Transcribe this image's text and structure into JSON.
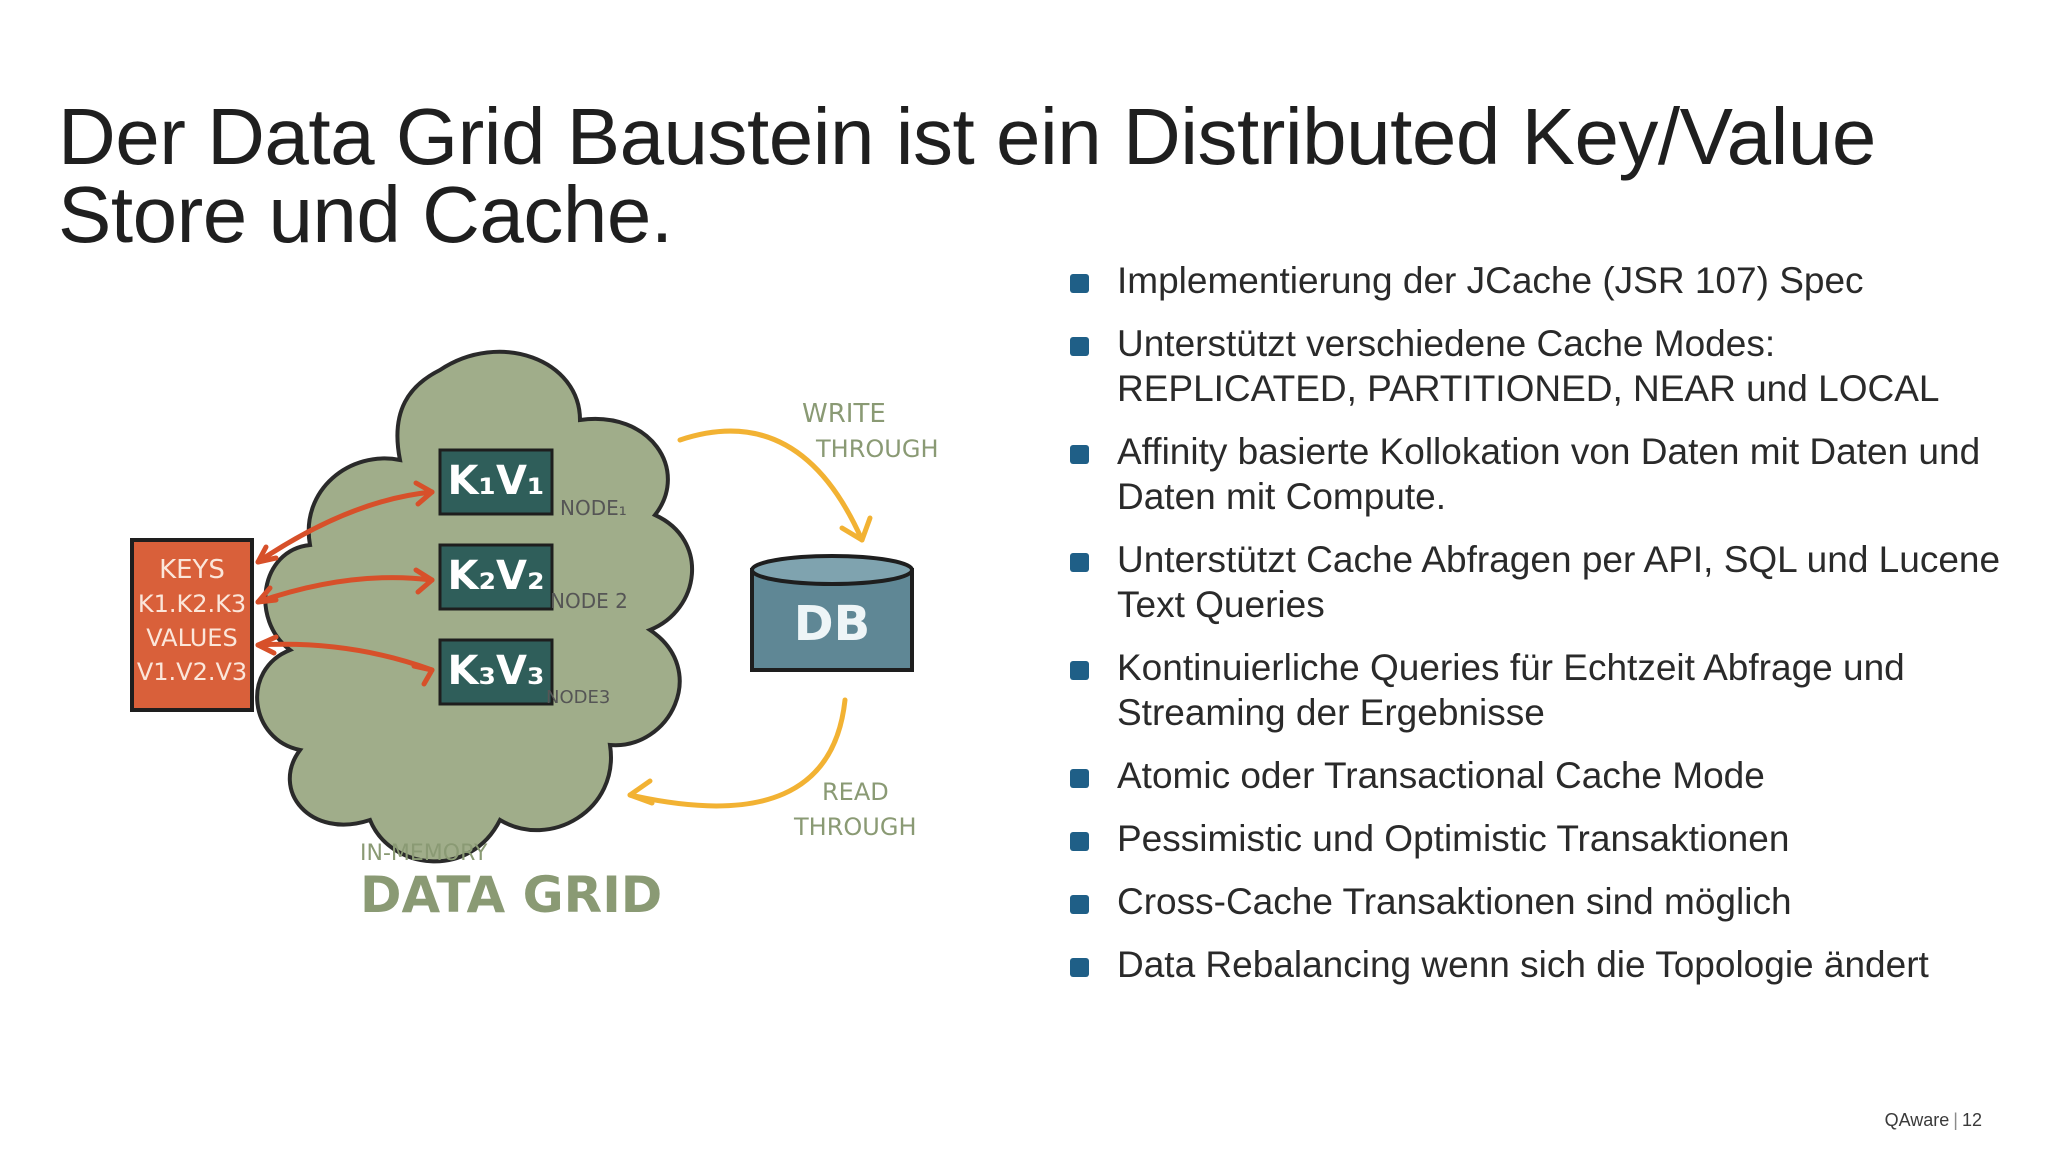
{
  "slide": {
    "title_line1": "Der Data Grid Baustein ist ein Distributed Key/Value",
    "title_line2": "Store und Cache."
  },
  "illustration": {
    "keys_box": [
      "KEYS",
      "K1.K2.K3",
      "VALUES",
      "V1.V2.V3"
    ],
    "nodes": [
      {
        "key": "K₁V₁",
        "label": "NODE₁"
      },
      {
        "key": "K₂V₂",
        "label": "NODE 2"
      },
      {
        "key": "K₃V₃",
        "label": "NODE3"
      }
    ],
    "db_label": "DB",
    "write_through": [
      "WRITE",
      "THROUGH"
    ],
    "read_through": [
      "READ",
      "THROUGH"
    ],
    "grid_caption_small": "IN-MEMORY",
    "grid_caption_large": "DATA GRID",
    "colors": {
      "cloud": "#8f9f76",
      "keys_box": "#d9603a",
      "arrows_red": "#d7502a",
      "arrows_yellow": "#f2b233",
      "db": "#5f8795",
      "caption": "#8a9a74"
    }
  },
  "bullets": [
    "Implementierung der JCache (JSR 107) Spec",
    "Unterstützt verschiedene Cache Modes: REPLICATED, PARTITIONED, NEAR und LOCAL",
    "Affinity basierte Kollokation von Daten mit Daten und Daten mit Compute.",
    "Unterstützt Cache Abfragen per API, SQL und Lucene Text Queries",
    "Kontinuierliche Queries für Echtzeit Abfrage und Streaming der Ergebnisse",
    "Atomic oder Transactional Cache Mode",
    "Pessimistic und Optimistic Transaktionen",
    "Cross-Cache Transaktionen sind möglich",
    "Data Rebalancing wenn sich die Topologie ändert"
  ],
  "footer": {
    "brand": "QAware",
    "separator": "|",
    "page_number": "12"
  },
  "theme": {
    "bullet_marker": "#1f5f87"
  }
}
